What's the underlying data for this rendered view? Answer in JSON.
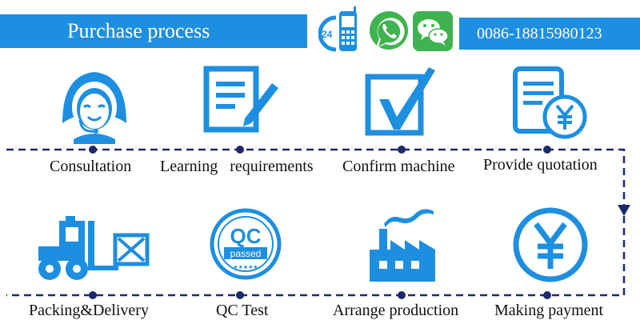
{
  "header": {
    "title": "Purchase process",
    "phone": "0086-18815980123"
  },
  "contact_icons": [
    "phone-24-icon",
    "whatsapp-icon",
    "wechat-icon"
  ],
  "colors": {
    "accent": "#1e8fe0",
    "flow_line": "#1c2a6b",
    "text": "#111111"
  },
  "steps": [
    {
      "label": "Consultation",
      "icon": "customer-service-icon"
    },
    {
      "label": "Learning   requirements",
      "icon": "document-edit-icon"
    },
    {
      "label": "Confirm machine",
      "icon": "checkbox-check-icon"
    },
    {
      "label": "Provide quotation",
      "icon": "quotation-icon"
    },
    {
      "label": "Making payment",
      "icon": "yuan-coin-icon"
    },
    {
      "label": "Arrange production",
      "icon": "factory-icon"
    },
    {
      "label": "QC Test",
      "icon": "qc-passed-icon"
    },
    {
      "label": "Packing&Delivery",
      "icon": "forklift-icon"
    }
  ]
}
